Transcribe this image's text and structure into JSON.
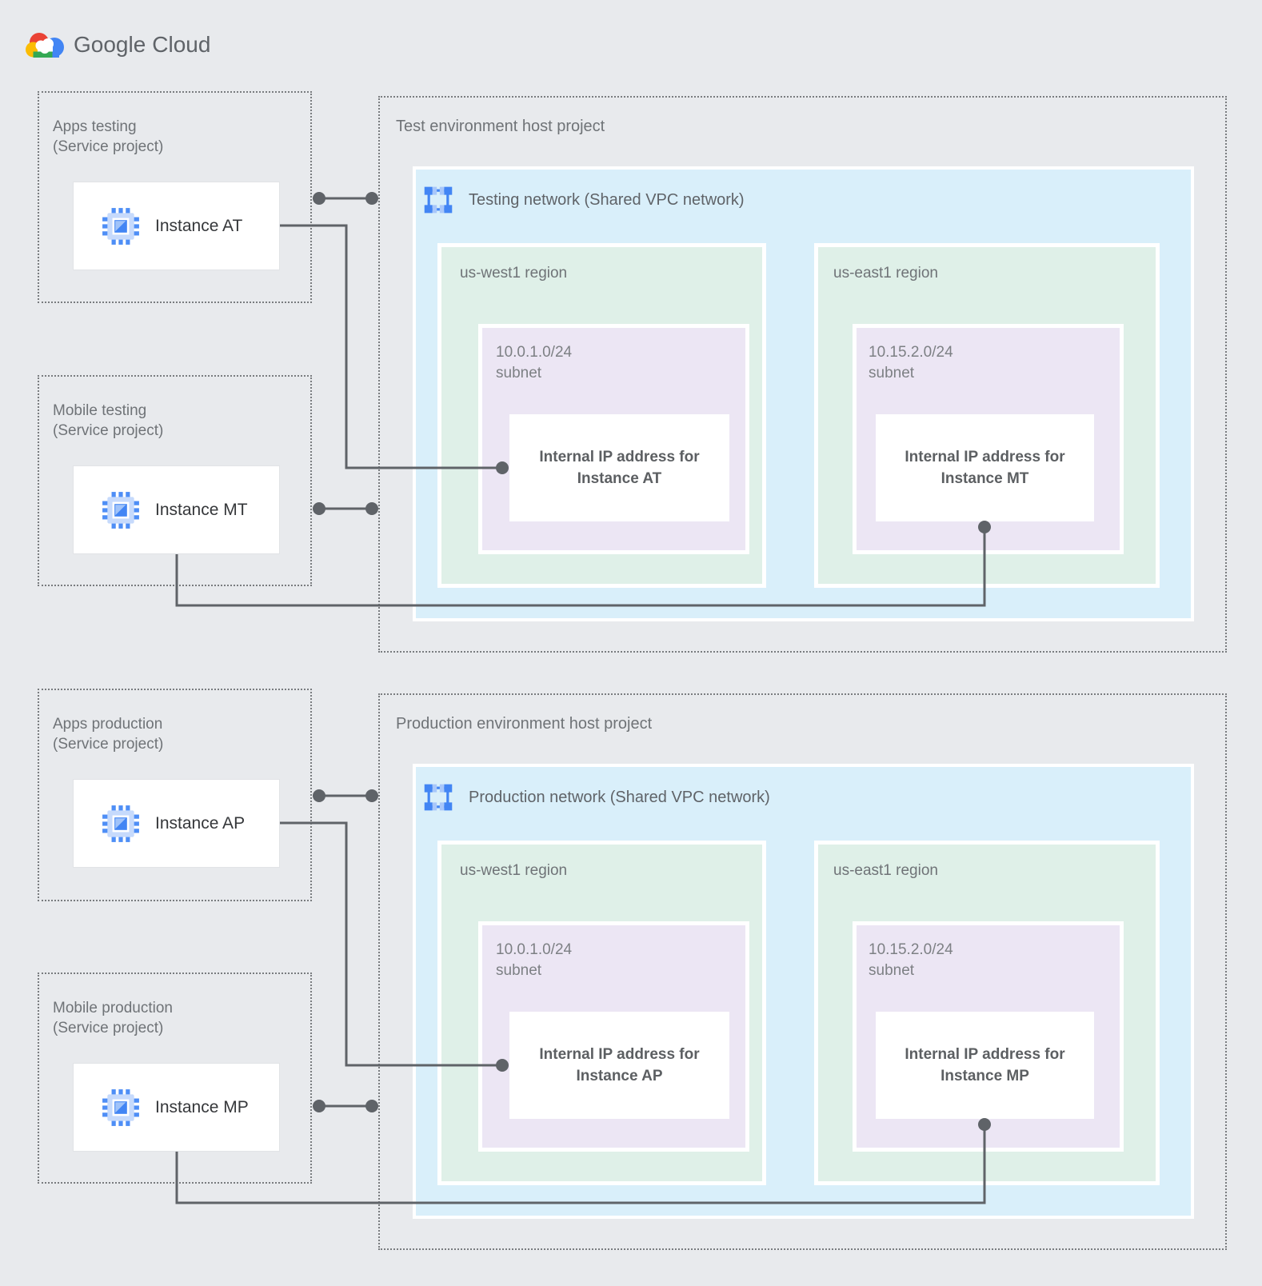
{
  "brand": {
    "name_primary": "Google",
    "name_secondary": "Cloud"
  },
  "palette": {
    "page_bg": "#E8EAED",
    "network_fill": "#D9EFFA",
    "region_fill": "#DFF0E8",
    "subnet_fill": "#ECE6F4",
    "card_fill": "#FFFFFF",
    "connector": "#5F6368",
    "dotted_border": "#797C7F",
    "icon_blue": "#4285F4",
    "icon_blue_light": "#A8C7FA",
    "google_red": "#EA4335",
    "google_yellow": "#FBBC04",
    "google_green": "#34A853",
    "google_blue": "#4285F4"
  },
  "sections": [
    {
      "host_title": "Test environment host project",
      "network_label": "Testing network (Shared VPC network)",
      "service_projects": [
        {
          "name": "Apps testing",
          "subtitle": "(Service project)",
          "instance_label": "Instance AT"
        },
        {
          "name": "Mobile testing",
          "subtitle": "(Service project)",
          "instance_label": "Instance MT"
        }
      ],
      "regions": [
        {
          "name": "us-west1 region",
          "subnet_cidr": "10.0.1.0/24",
          "subnet_label": "subnet",
          "ip_line1": "Internal IP address for",
          "ip_line2": "Instance AT"
        },
        {
          "name": "us-east1 region",
          "subnet_cidr": "10.15.2.0/24",
          "subnet_label": "subnet",
          "ip_line1": "Internal IP address for",
          "ip_line2": "Instance MT"
        }
      ]
    },
    {
      "host_title": "Production environment host project",
      "network_label": "Production network (Shared VPC network)",
      "service_projects": [
        {
          "name": "Apps production",
          "subtitle": "(Service project)",
          "instance_label": "Instance AP"
        },
        {
          "name": "Mobile production",
          "subtitle": "(Service project)",
          "instance_label": "Instance MP"
        }
      ],
      "regions": [
        {
          "name": "us-west1 region",
          "subnet_cidr": "10.0.1.0/24",
          "subnet_label": "subnet",
          "ip_line1": "Internal IP address for",
          "ip_line2": "Instance AP"
        },
        {
          "name": "us-east1 region",
          "subnet_cidr": "10.15.2.0/24",
          "subnet_label": "subnet",
          "ip_line1": "Internal IP address for",
          "ip_line2": "Instance MP"
        }
      ]
    }
  ]
}
